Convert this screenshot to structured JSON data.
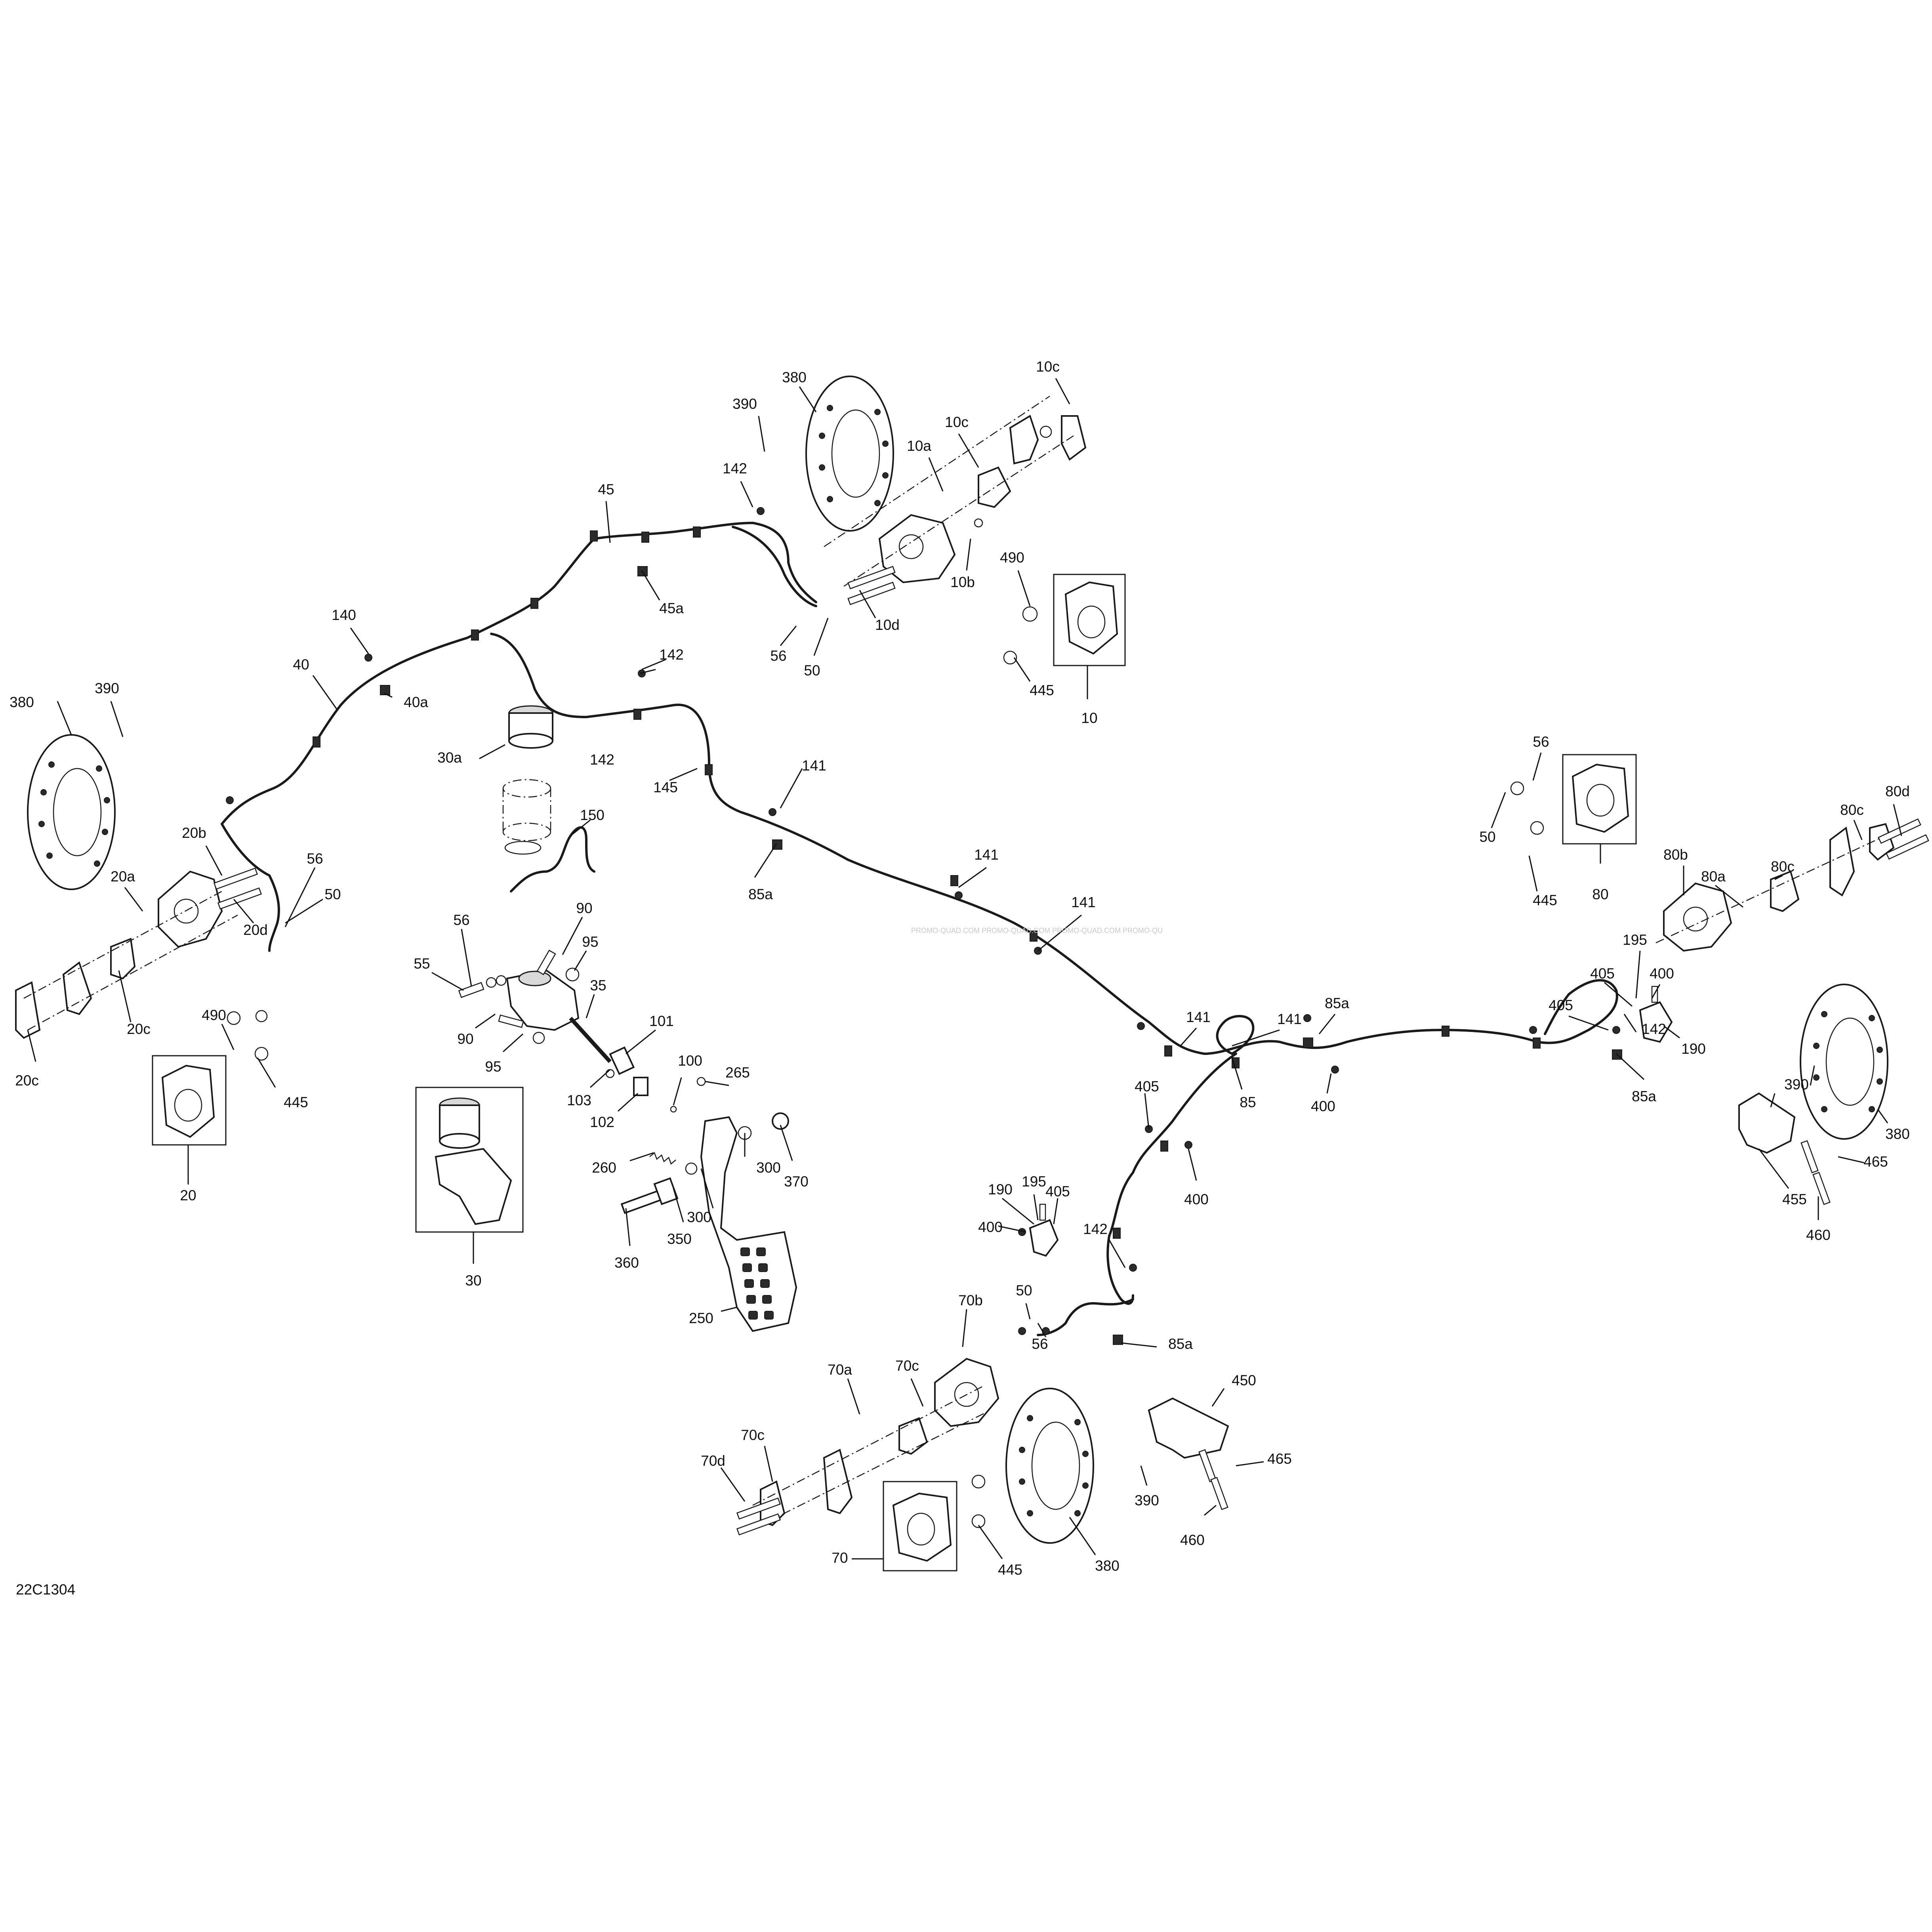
{
  "diagram": {
    "reference": "22C1304",
    "watermark": "PROMO-QUAD.COM  PROMO-QUAD.COM  PROMO-QUAD.COM  PROMO-QU",
    "callouts": [
      {
        "label": "380"
      },
      {
        "label": "10c"
      },
      {
        "label": "390"
      },
      {
        "label": "10c"
      },
      {
        "label": "10a"
      },
      {
        "label": "142"
      },
      {
        "label": "45"
      },
      {
        "label": "10b"
      },
      {
        "label": "490"
      },
      {
        "label": "45a"
      },
      {
        "label": "10d"
      },
      {
        "label": "140"
      },
      {
        "label": "56"
      },
      {
        "label": "50"
      },
      {
        "label": "40"
      },
      {
        "label": "142"
      },
      {
        "label": "445"
      },
      {
        "label": "10"
      },
      {
        "label": "40a"
      },
      {
        "label": "380"
      },
      {
        "label": "390"
      },
      {
        "label": "30a"
      },
      {
        "label": "142"
      },
      {
        "label": "145"
      },
      {
        "label": "141"
      },
      {
        "label": "150"
      },
      {
        "label": "20b"
      },
      {
        "label": "56"
      },
      {
        "label": "20a"
      },
      {
        "label": "50"
      },
      {
        "label": "20d"
      },
      {
        "label": "141"
      },
      {
        "label": "85a"
      },
      {
        "label": "90"
      },
      {
        "label": "56"
      },
      {
        "label": "95"
      },
      {
        "label": "141"
      },
      {
        "label": "20c"
      },
      {
        "label": "55"
      },
      {
        "label": "490"
      },
      {
        "label": "35"
      },
      {
        "label": "90"
      },
      {
        "label": "101"
      },
      {
        "label": "20c"
      },
      {
        "label": "95"
      },
      {
        "label": "445"
      },
      {
        "label": "100"
      },
      {
        "label": "103"
      },
      {
        "label": "265"
      },
      {
        "label": "102"
      },
      {
        "label": "20"
      },
      {
        "label": "260"
      },
      {
        "label": "300"
      },
      {
        "label": "370"
      },
      {
        "label": "300"
      },
      {
        "label": "350"
      },
      {
        "label": "360"
      },
      {
        "label": "30"
      },
      {
        "label": "250"
      },
      {
        "label": "56"
      },
      {
        "label": "50"
      },
      {
        "label": "80d"
      },
      {
        "label": "80c"
      },
      {
        "label": "80b"
      },
      {
        "label": "80c"
      },
      {
        "label": "80a"
      },
      {
        "label": "80"
      },
      {
        "label": "445"
      },
      {
        "label": "400"
      },
      {
        "label": "195"
      },
      {
        "label": "405"
      },
      {
        "label": "405"
      },
      {
        "label": "141"
      },
      {
        "label": "141"
      },
      {
        "label": "85a"
      },
      {
        "label": "190"
      },
      {
        "label": "142"
      },
      {
        "label": "400"
      },
      {
        "label": "85"
      },
      {
        "label": "85a"
      },
      {
        "label": "405"
      },
      {
        "label": "400"
      },
      {
        "label": "390"
      },
      {
        "label": "380"
      },
      {
        "label": "465"
      },
      {
        "label": "455"
      },
      {
        "label": "460"
      },
      {
        "label": "195"
      },
      {
        "label": "190"
      },
      {
        "label": "405"
      },
      {
        "label": "400"
      },
      {
        "label": "142"
      },
      {
        "label": "70b"
      },
      {
        "label": "50"
      },
      {
        "label": "85a"
      },
      {
        "label": "56"
      },
      {
        "label": "70c"
      },
      {
        "label": "70a"
      },
      {
        "label": "450"
      },
      {
        "label": "70c"
      },
      {
        "label": "465"
      },
      {
        "label": "70d"
      },
      {
        "label": "390"
      },
      {
        "label": "460"
      },
      {
        "label": "70"
      },
      {
        "label": "445"
      },
      {
        "label": "380"
      }
    ]
  }
}
